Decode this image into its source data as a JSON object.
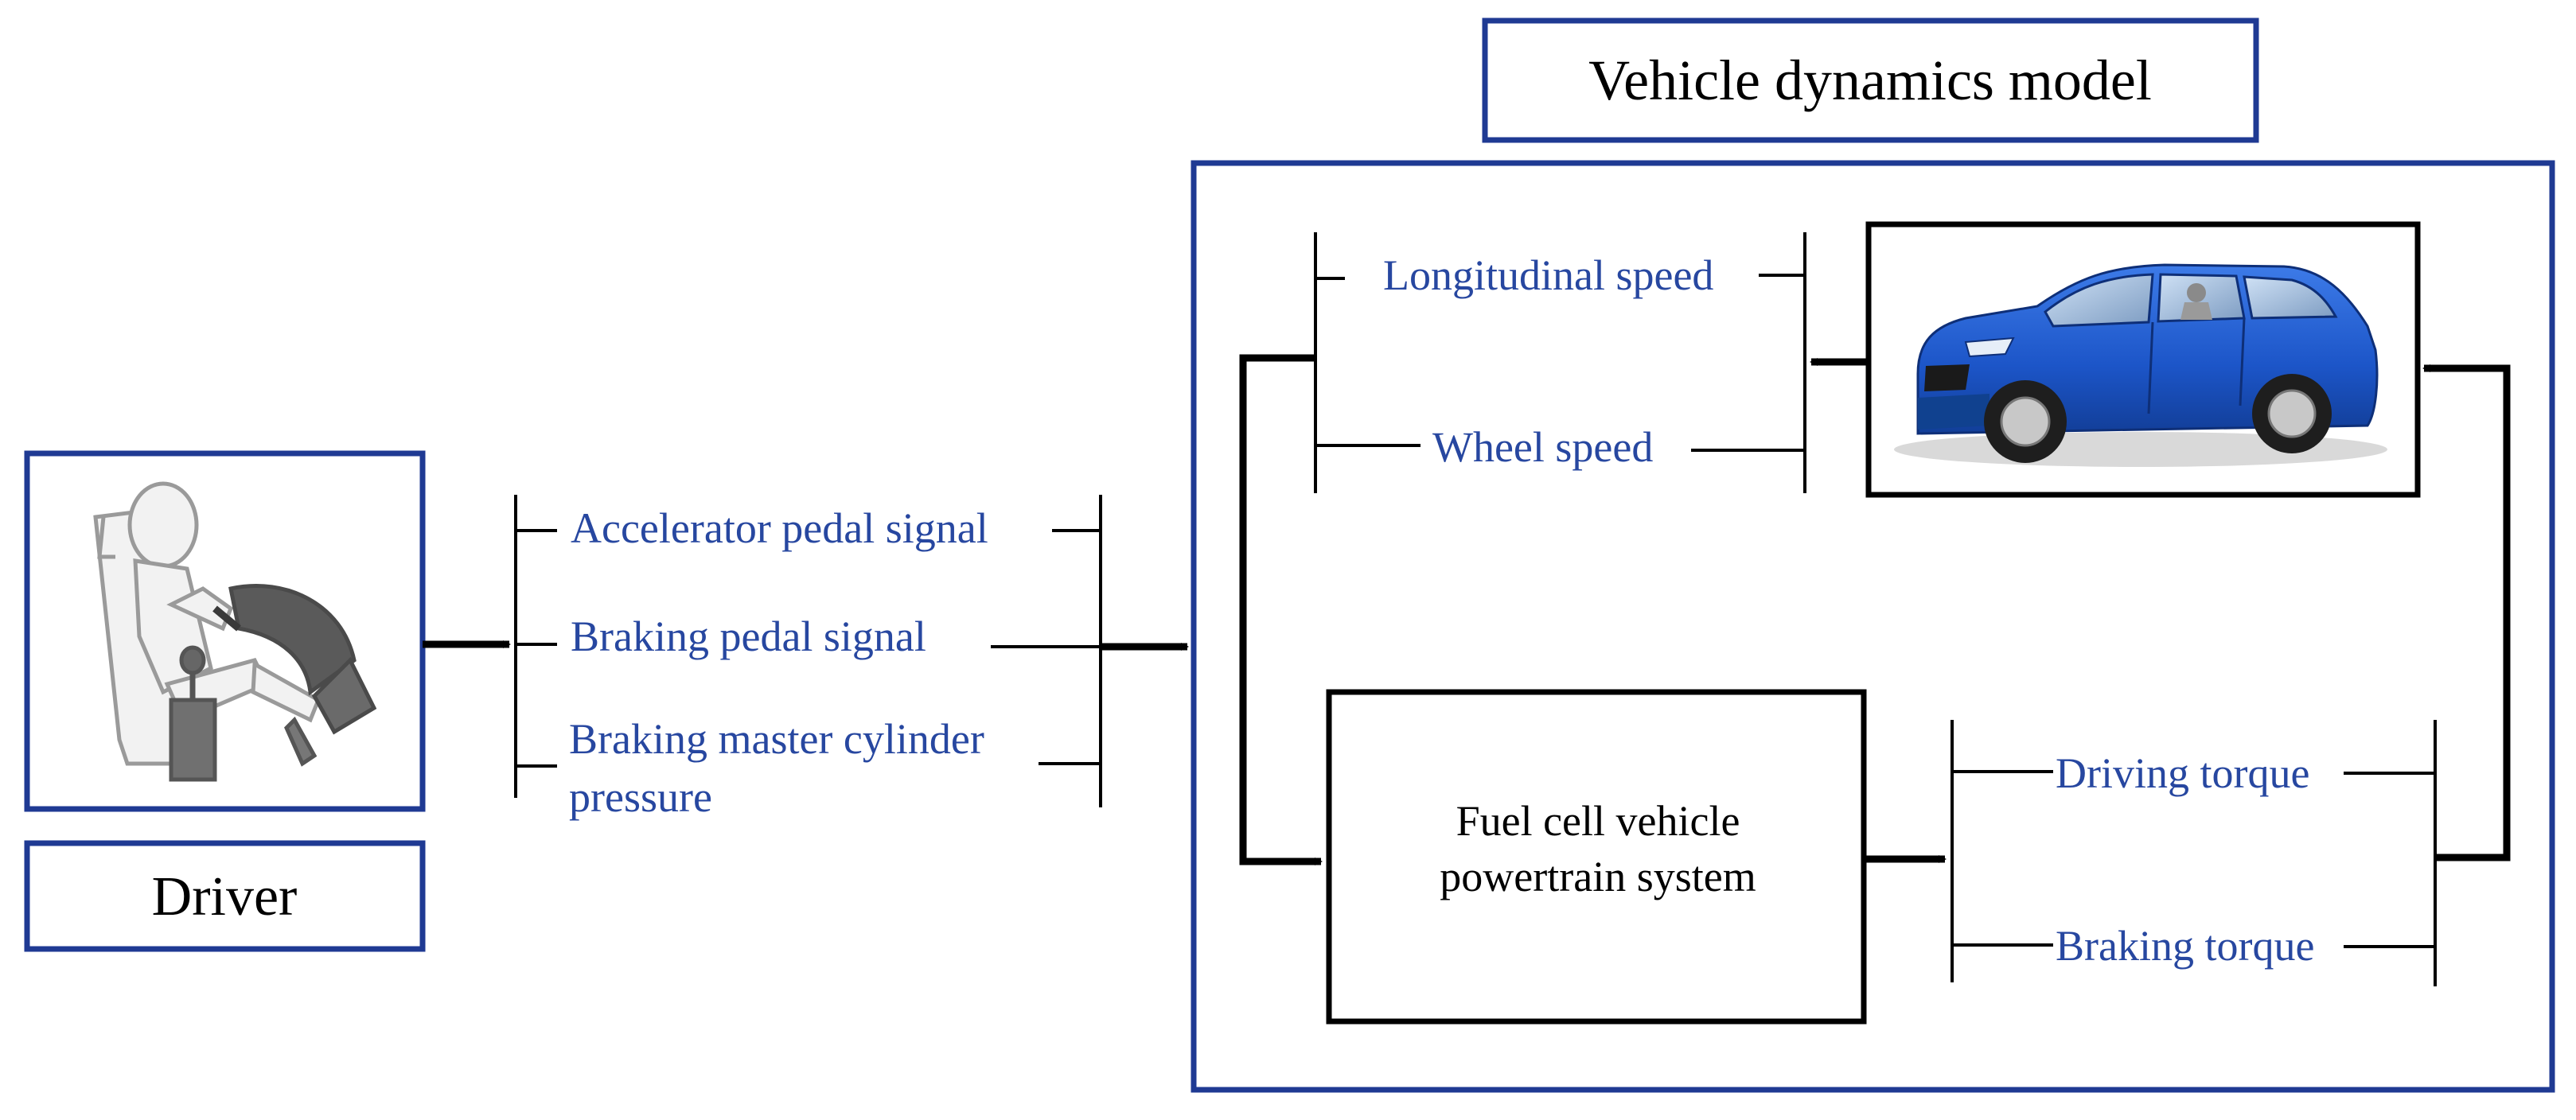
{
  "colors": {
    "frame_blue": "#1f3a93",
    "label_blue": "#2747a0",
    "line": "#000000",
    "car_body": "#1c55c8"
  },
  "title_box": {
    "label": "Vehicle dynamics model"
  },
  "driver": {
    "label": "Driver",
    "icon": "driver-seated-icon"
  },
  "driver_signals": [
    "Accelerator pedal signal",
    "Braking pedal signal",
    "Braking master cylinder",
    "pressure"
  ],
  "vehicle_outputs": [
    "Longitudinal speed",
    "Wheel speed"
  ],
  "car": {
    "icon": "car-icon"
  },
  "powertrain": {
    "line1": "Fuel cell vehicle",
    "line2": "powertrain system"
  },
  "powertrain_outputs": [
    "Driving torque",
    "Braking torque"
  ]
}
